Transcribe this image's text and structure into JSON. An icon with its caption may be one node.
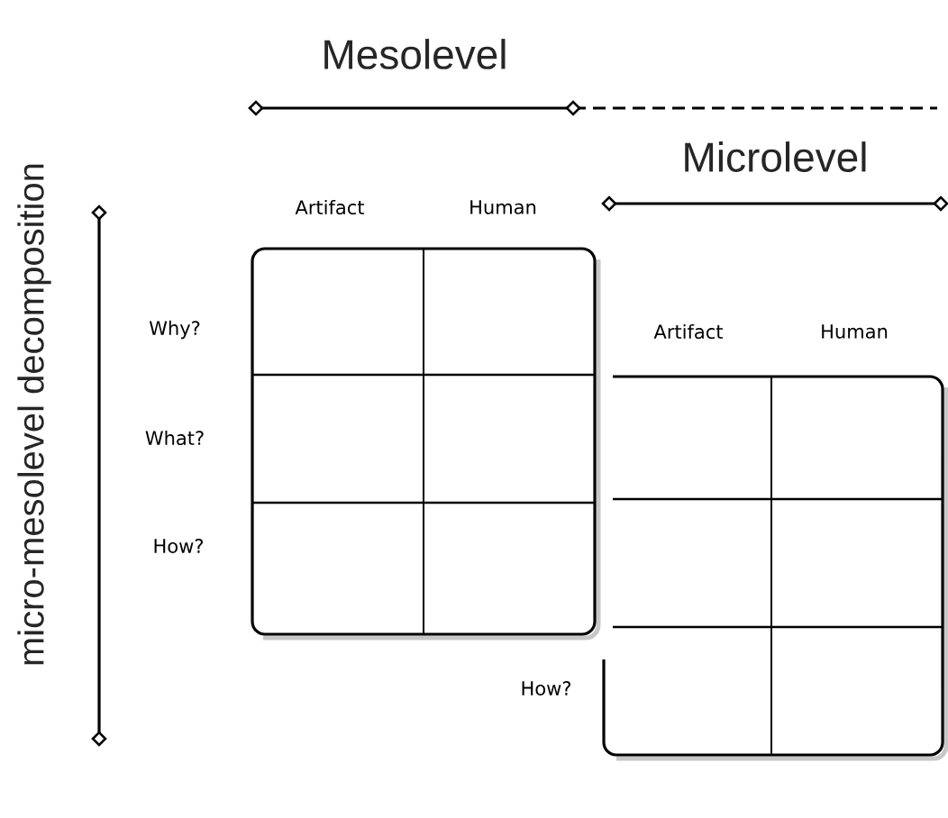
{
  "diagram": {
    "nodes": [
      {
        "text": [
          "Artifact",
          "Human",
          "Why?",
          "What?",
          "How?"
        ]
      },
      {
        "text": [
          "Artifact",
          "Human",
          "How?"
        ]
      }
    ],
    "labels": [
      "Mesolevel",
      "Microlevel",
      "micro-mesolevel decomposition"
    ]
  }
}
